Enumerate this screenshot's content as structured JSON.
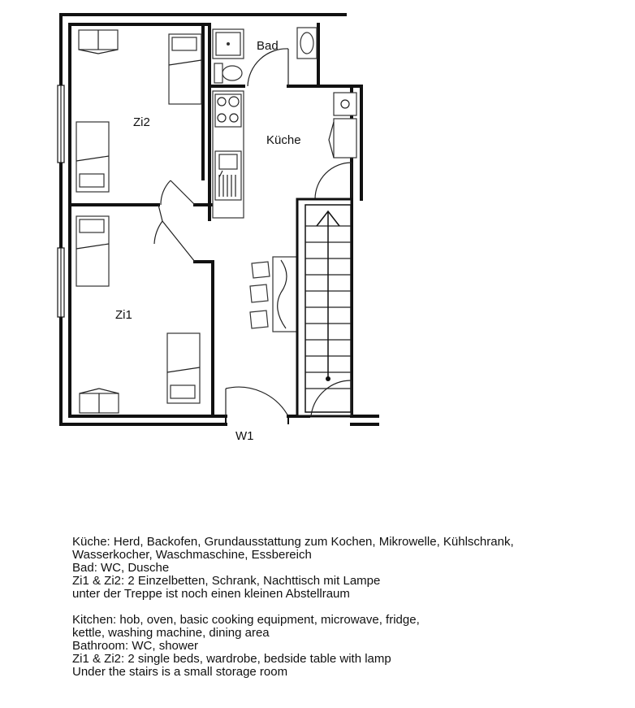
{
  "rooms": {
    "zi2": "Zi2",
    "bad": "Bad",
    "kueche": "Küche",
    "zi1": "Zi1",
    "window": "W1"
  },
  "notes_de": [
    "Küche: Herd, Backofen, Grundausstattung zum Kochen, Mikrowelle, Kühlschrank,",
    "Wasserkocher, Waschmaschine, Essbereich",
    "Bad: WC, Dusche",
    "Zi1 & Zi2: 2 Einzelbetten, Schrank, Nachttisch mit Lampe",
    "unter der Treppe ist noch einen kleinen Abstellraum"
  ],
  "notes_en": [
    "Kitchen: hob, oven, basic cooking equipment, microwave, fridge,",
    "kettle, washing machine, dining area",
    "Bathroom: WC, shower",
    "Zi1 & Zi2: 2 single beds, wardrobe, bedside table with lamp",
    "Under the stairs is a small storage room"
  ]
}
